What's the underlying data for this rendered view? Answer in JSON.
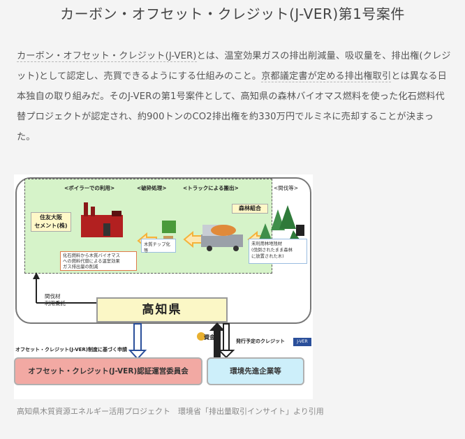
{
  "page_title": "カーボン・オフセット・クレジット(J-VER)第1号案件",
  "paragraph": {
    "term": "カーボン・オフセット・クレジット(J-VER)",
    "part1": "とは、温室効果ガスの排出削減量、吸収量を、排出権(クレジット)として認定し、売買できるようにする仕組みのこと。",
    "link": "京都議定書が定める排出権取引",
    "part2": "とは異なる日本独自の取り組みだ。そのJ-VERの第1号案件として、高知県の森林バイオマス燃料を使った化石燃料代替プロジェクトが認定され、約900トンのCO2排出権を約330万円でルミネに売却することが決まった。"
  },
  "diagram": {
    "stage_boiler": "<ボイラーでの利用>",
    "stage_crush": "<破砕処理>",
    "stage_truck": "<トラックによる搬出>",
    "stage_thinning": "<間伐等>",
    "sumitomo_line1": "住友大阪",
    "sumitomo_line2": "セメント(株)",
    "forest_union": "森林組合",
    "chip_reduction_line1": "化石燃料から木質バイオマス",
    "chip_reduction_line2": "への燃料代替による温室効果",
    "chip_reduction_line3": "ガス排出量の削減",
    "wood_chip": "木質チップ化等",
    "unused_line1": "未利用林地残材",
    "unused_line2": "(伐倒されたまま森林",
    "unused_line3": "に放置された木)",
    "thinning_line1": "間伐材",
    "thinning_line2": "利用委託",
    "kochi": "高知県",
    "application": "オフセット・クレジット(J-VER)制度に基づく申請",
    "funds": "資金",
    "planned_credit": "発行予定のクレジット",
    "jver_badge": "J-VER",
    "committee": "オフセット・クレジット(J-VER)認証運営委員会",
    "company": "環境先進企業等"
  },
  "caption": "高知県木質資源エネルギー活用プロジェクト　環境省「排出量取引インサイト」より引用",
  "colors": {
    "green_area": "#d6f3c9",
    "arrow_orange": "#f5b23a",
    "committee_pink": "#f2a9a3",
    "company_blue": "#cdeffa",
    "kochi_yellow": "#fbf7c6"
  }
}
